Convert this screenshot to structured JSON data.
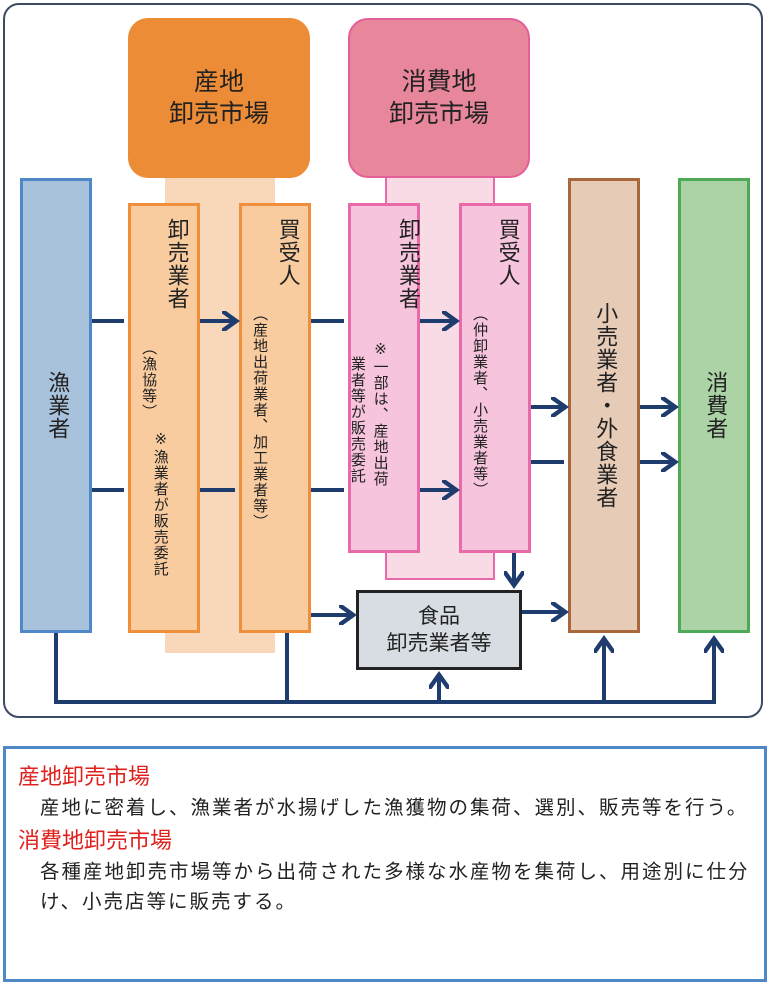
{
  "markets": {
    "sanchi": {
      "line1": "産地",
      "line2": "卸売市場"
    },
    "shohi": {
      "line1": "消費地",
      "line2": "卸売市場"
    }
  },
  "boxes": {
    "gyogyo": "漁業者",
    "sanchi_oroshi": {
      "title": "卸売業者",
      "note1": "（漁協等）",
      "note2": "※漁業者が販売委託"
    },
    "sanchi_kaiuke": {
      "title": "買受人",
      "note": "（産地出荷業者、加工業者等）"
    },
    "shohi_oroshi": {
      "title": "卸売業者",
      "note1": "※一部は、産地出荷",
      "note2": "業者等が販売委託"
    },
    "shohi_kaiuke": {
      "title": "買受人",
      "note": "（仲卸業者、小売業者等）"
    },
    "kouri": "小売業者・外食業者",
    "shohisha": "消費者",
    "shokuhin": {
      "line1": "食品",
      "line2": "卸売業者等"
    }
  },
  "legend": {
    "sanchi_title": "産地卸売市場",
    "sanchi_desc": "産地に密着し、漁業者が水揚げした漁獲物の集荷、選別、販売等を行う。",
    "shohi_title": "消費地卸売市場",
    "shohi_desc": "各種産地卸売市場等から出荷された多様な水産物を集荷し、用途別に仕分け、小売店等に販売する。"
  },
  "colors": {
    "arrow": "#1f3c6e",
    "legend_title": "#e0201c"
  }
}
